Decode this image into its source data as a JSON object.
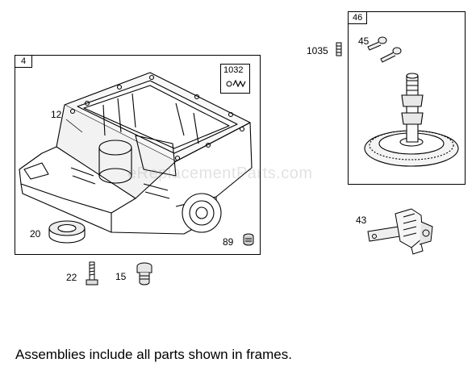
{
  "frames": {
    "sump_assembly": {
      "tag": "4"
    },
    "camshaft_assembly": {
      "tag": "46"
    },
    "filter_box": {
      "tag": "1032"
    }
  },
  "callouts": {
    "c12": "12",
    "c20": "20",
    "c89": "89",
    "c22": "22",
    "c15": "15",
    "c1035": "1035",
    "c45": "45",
    "c43": "43"
  },
  "watermark": "eReplacementParts.com",
  "footer": "Assemblies include all parts shown in frames."
}
